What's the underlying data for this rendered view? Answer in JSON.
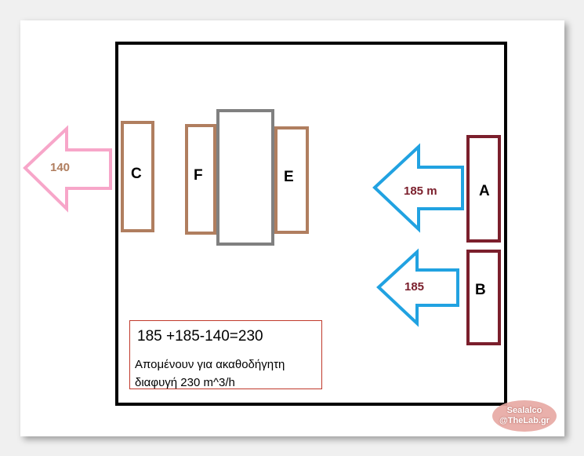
{
  "labels": {
    "c": "C",
    "f": "F",
    "e": "E",
    "a": "A",
    "b": "B",
    "pink_arrow": "140",
    "blue_arrow_top": "185 m",
    "blue_arrow_bottom": "185"
  },
  "note": {
    "equation": "185 +185-140=230",
    "line1": "Απομένουν για ακαθοδήγητη",
    "line2": "διαφυγή 230 m^3/h"
  },
  "watermark": {
    "line1": "Sealalco",
    "line2": "@TheLab.gr"
  },
  "colors": {
    "room_border": "#000000",
    "filter_brown": "#b07e5f",
    "core_gray": "#808080",
    "intake_maroon": "#7b1f2c",
    "arrow_blue": "#21a2e1",
    "arrow_pink": "#f7a6c9",
    "label_brown": "#b07e5f",
    "label_maroon": "#7b1f2c",
    "note_border": "#c0392b"
  }
}
